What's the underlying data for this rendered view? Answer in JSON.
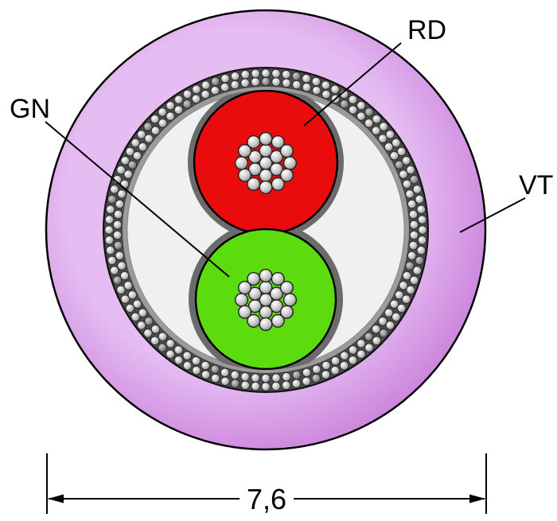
{
  "diagram": {
    "labels": {
      "red_conductor": "RD",
      "green_conductor": "GN",
      "jacket": "VT"
    },
    "dimension": {
      "outer_diameter": "7,6"
    },
    "colors": {
      "jacket_violet": "#cd87dd",
      "jacket_violet_light": "#e5bdf2",
      "conductor_red": "#ea0c0c",
      "conductor_green": "#5cdb0e"
    }
  }
}
